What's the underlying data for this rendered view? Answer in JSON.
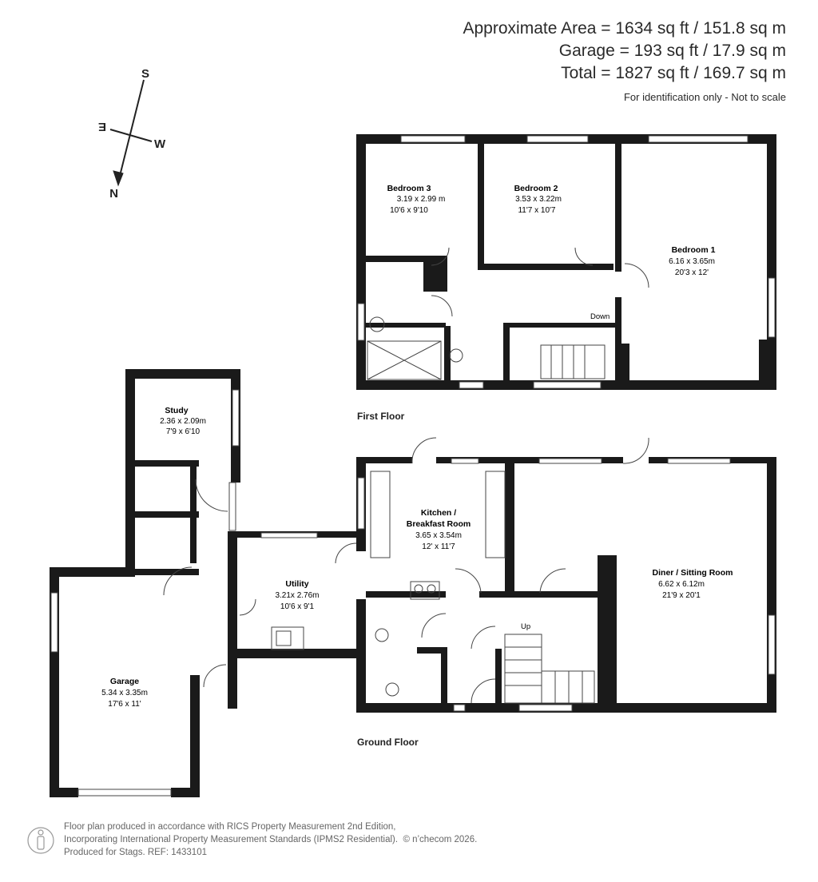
{
  "header": {
    "approx_area": "Approximate Area = 1634 sq ft / 151.8 sq m",
    "garage_area": "Garage = 193 sq ft / 17.9 sq m",
    "total_area": "Total = 1827 sq ft / 169.7 sq m",
    "disclaimer": "For identification only - Not to scale"
  },
  "compass": {
    "s": "S",
    "e": "E",
    "w": "W",
    "n": "N"
  },
  "floors": {
    "first": "First Floor",
    "ground": "Ground Floor"
  },
  "stair_labels": {
    "down": "Down",
    "up": "Up"
  },
  "rooms": {
    "bedroom3": {
      "name": "Bedroom 3",
      "metric": "3.19 x 2.99 m",
      "imperial": "10'6 x 9'10"
    },
    "bedroom2": {
      "name": "Bedroom 2",
      "metric": "3.53 x 3.22m",
      "imperial": "11'7 x 10'7"
    },
    "bedroom1": {
      "name": "Bedroom 1",
      "metric": "6.16 x 3.65m",
      "imperial": "20'3 x 12'"
    },
    "study": {
      "name": "Study",
      "metric": "2.36 x 2.09m",
      "imperial": "7'9 x 6'10"
    },
    "kitchen": {
      "name1": "Kitchen /",
      "name2": "Breakfast Room",
      "metric": "3.65 x 3.54m",
      "imperial": "12' x 11'7"
    },
    "diner": {
      "name": "Diner / Sitting Room",
      "metric": "6.62 x 6.12m",
      "imperial": "21'9 x 20'1"
    },
    "utility": {
      "name": "Utility",
      "metric": "3.21x 2.76m",
      "imperial": "10'6 x 9'1"
    },
    "garage": {
      "name": "Garage",
      "metric": "5.34 x 3.35m",
      "imperial": "17'6 x 11'"
    }
  },
  "footer": {
    "line1": "Floor plan produced in accordance with RICS Property Measurement 2nd Edition,",
    "line2a": "Incorporating International Property Measurement Standards (IPMS2 Residential).",
    "line2b": "© n’checom 2026.",
    "line3": "Produced for Stags.   REF: 1433101"
  }
}
